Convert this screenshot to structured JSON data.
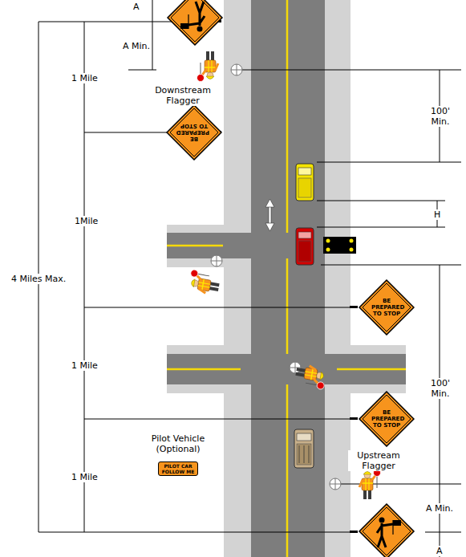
{
  "diagram": {
    "nodes": [
      {
        "text": [
          "BE PREPARED TO STOP"
        ]
      },
      {
        "text": [
          "BE PREPARED TO STOP"
        ]
      },
      {
        "text": [
          "BE PREPARED TO STOP"
        ]
      },
      {
        "text": [
          "PILOT CAR FOLLOW ME"
        ]
      }
    ],
    "labels": [
      "A",
      "A Min.",
      "1 Mile",
      "Downstream Flagger",
      "100' Min.",
      "1Mile",
      "H",
      "4 Miles Max.",
      "1 Mile",
      "100' Min.",
      "Pilot Vehicle (Optional)",
      "Upstream Flagger",
      "1 Mile",
      "A Min.",
      "A"
    ]
  }
}
